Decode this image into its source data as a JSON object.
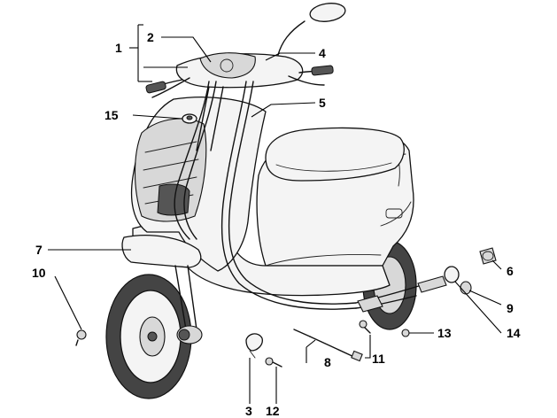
{
  "callouts": {
    "n1": "1",
    "n2": "2",
    "n3": "3",
    "n4": "4",
    "n5": "5",
    "n6": "6",
    "n7": "7",
    "n8": "8",
    "n9": "9",
    "n10": "10",
    "n11": "11",
    "n12": "12",
    "n13": "13",
    "n14": "14",
    "n15": "15"
  }
}
